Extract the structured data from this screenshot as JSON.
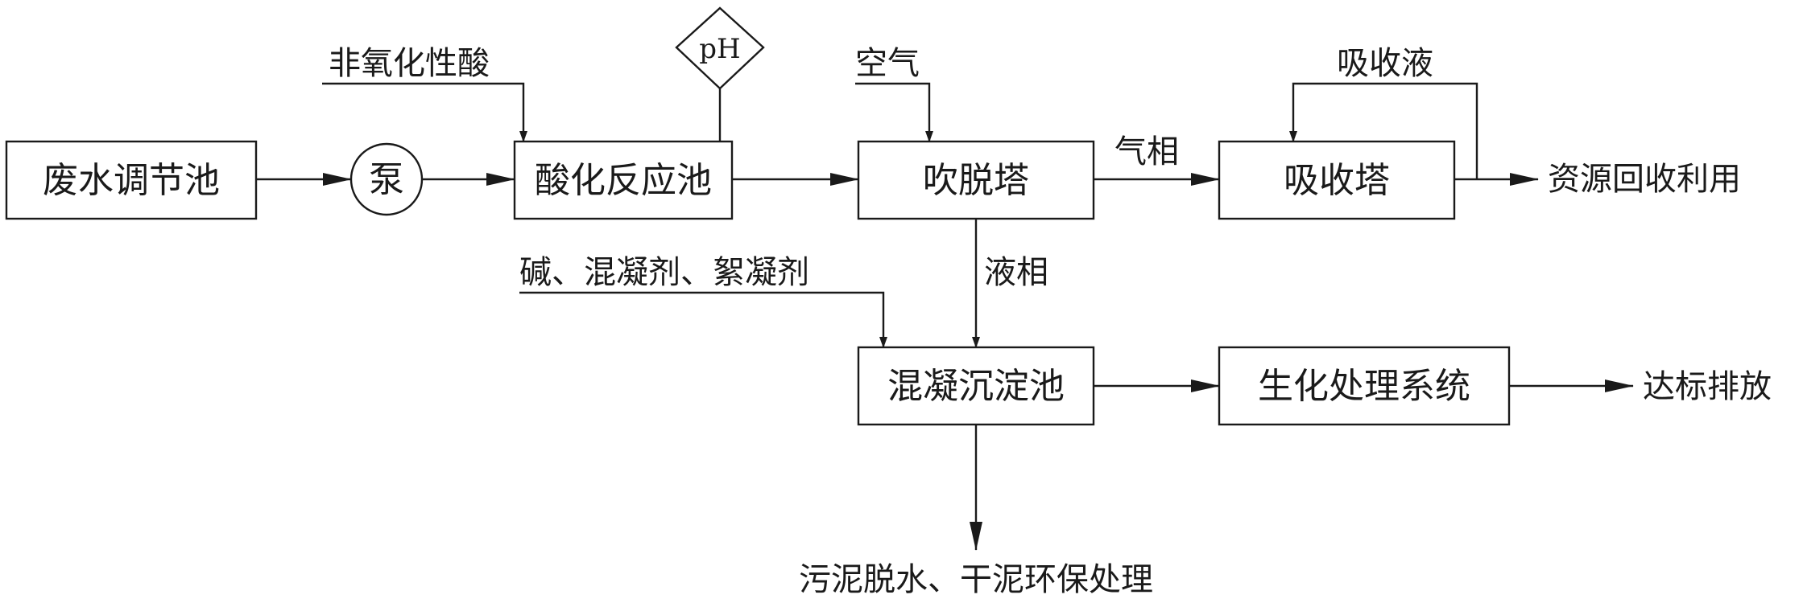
{
  "boxes": {
    "wastewater_tank": "废水调节池",
    "pump": "泵",
    "acidification_tank": "酸化反应池",
    "stripping_tower": "吹脱塔",
    "absorption_tower": "吸收塔",
    "coagulation_tank": "混凝沉淀池",
    "biochem_system": "生化处理系统"
  },
  "labels": {
    "acid_input": "非氧化性酸",
    "ph_meter": "pH",
    "air_input": "空气",
    "absorbent_input": "吸收液",
    "gas_phase": "气相",
    "liquid_phase": "液相",
    "chemicals_input": "碱、混凝剂、絮凝剂",
    "resource_recovery": "资源回收利用",
    "discharge": "达标排放",
    "sludge_treatment": "污泥脱水、干泥环保处理"
  }
}
